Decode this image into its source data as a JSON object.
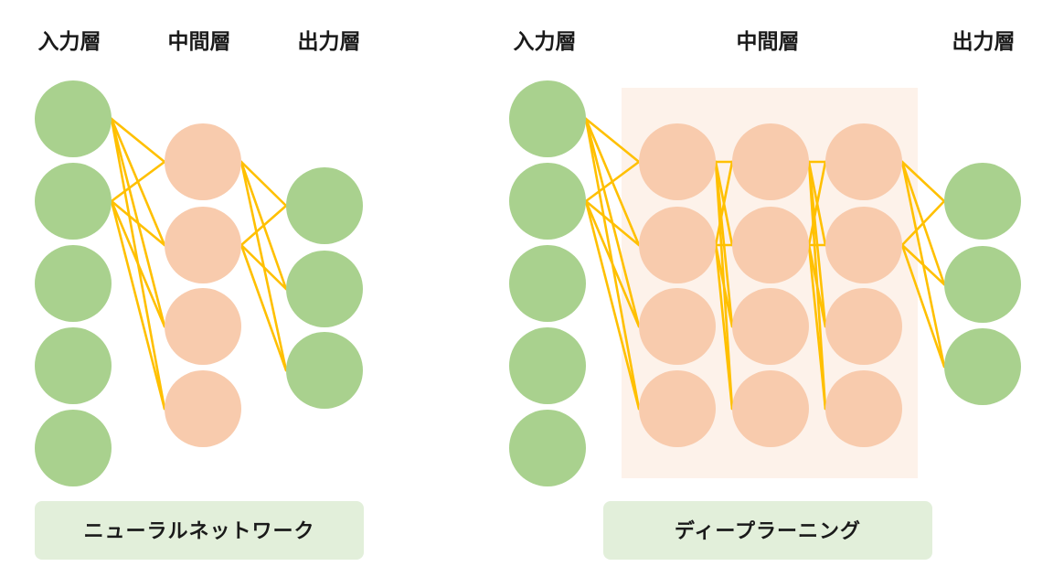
{
  "colors": {
    "input_node": "#a9d18e",
    "hidden_node": "#f8cbad",
    "output_node": "#a9d18e",
    "connection": "#ffc000",
    "hidden_region": "#fdf2ea",
    "caption_bg": "#e2efda",
    "text": "#1a1a1a"
  },
  "neural_network": {
    "labels": {
      "input": "入力層",
      "hidden": "中間層",
      "output": "出力層"
    },
    "caption": "ニューラルネットワーク",
    "input_nodes": 5,
    "hidden_layers": [
      4
    ],
    "output_nodes": 3
  },
  "deep_learning": {
    "labels": {
      "input": "入力層",
      "hidden": "中間層",
      "output": "出力層"
    },
    "caption": "ディープラーニング",
    "input_nodes": 5,
    "hidden_layers": [
      4,
      4,
      4
    ],
    "output_nodes": 3
  }
}
